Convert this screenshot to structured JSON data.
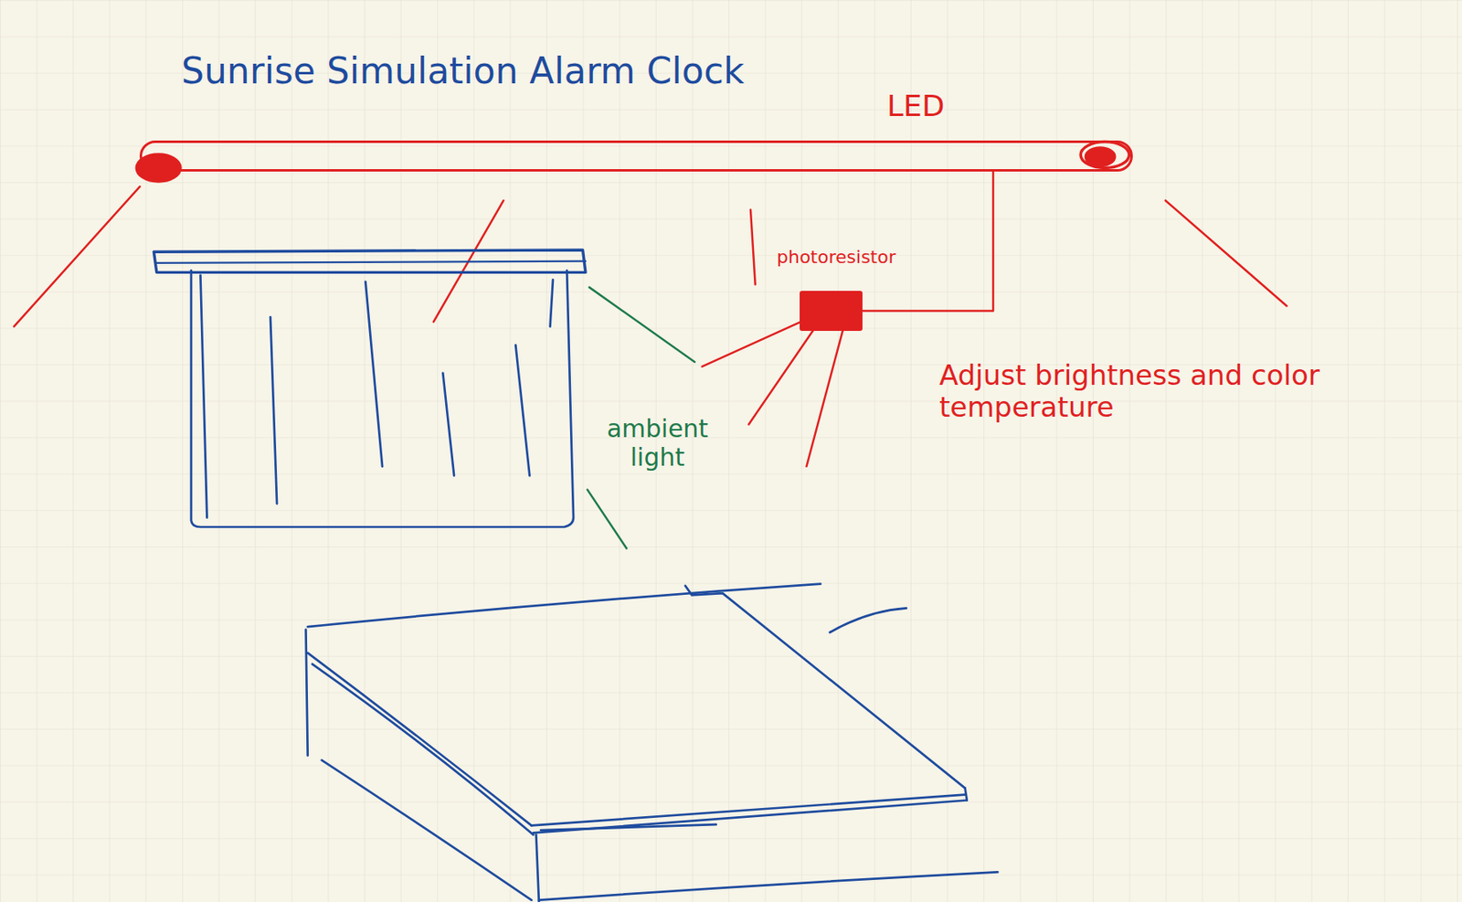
{
  "diagram": {
    "title": "Sunrise Simulation Alarm Clock",
    "nodes": [
      {
        "text": [
          "LED"
        ]
      },
      {
        "text": [
          "photoresistor"
        ]
      }
    ],
    "edges": [
      {
        "from": 0,
        "to": 1,
        "arrow": "none"
      }
    ],
    "labels": [
      "ambient light",
      "Adjust brightness and color temperature"
    ]
  }
}
